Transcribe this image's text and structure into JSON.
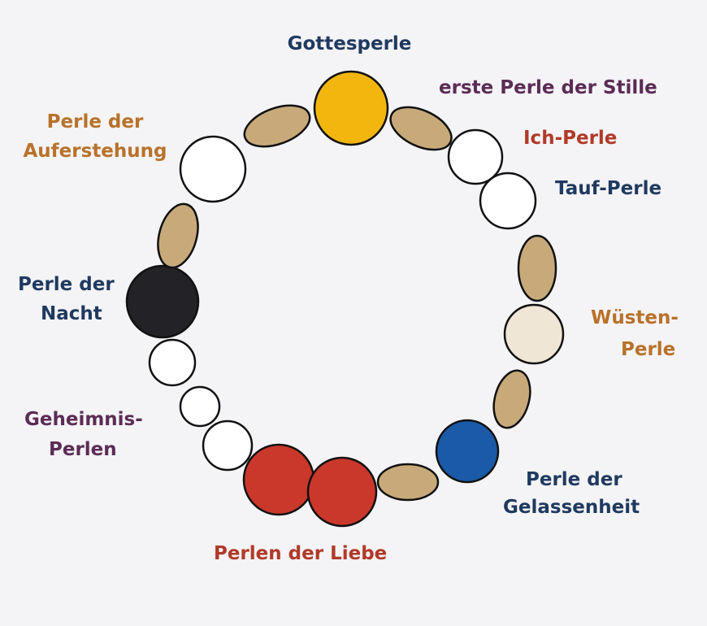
{
  "colors": {
    "gold": "#f2b60f",
    "tan": "#c8aa7a",
    "white": "#ffffff",
    "black": "#232226",
    "cream": "#efe6d6",
    "blue": "#1b5aa6",
    "red": "#c9382a",
    "outline": "#111111"
  },
  "labels": {
    "gottesperle": "Gottesperle",
    "stille": "erste Perle der Stille",
    "ich": "Ich-Perle",
    "tauf": "Tauf-Perle",
    "wuesten_1": "Wüsten-",
    "wuesten_2": "Perle",
    "gelassenheit_1": "Perle der",
    "gelassenheit_2": "Gelassenheit",
    "liebe": "Perlen der Liebe",
    "geheimnis_1": "Geheimnis-",
    "geheimnis_2": "Perlen",
    "nacht_1": "Perle der",
    "nacht_2": "Nacht",
    "auferstehung_1": "Perle der",
    "auferstehung_2": "Auferstehung"
  },
  "beads": [
    {
      "name": "gottesperle-bead",
      "color": "gold"
    },
    {
      "name": "stille-bead-1",
      "color": "tan"
    },
    {
      "name": "ich-perle-bead",
      "color": "white"
    },
    {
      "name": "tauf-perle-bead",
      "color": "white"
    },
    {
      "name": "stille-bead-2",
      "color": "tan"
    },
    {
      "name": "wuesten-perle-bead",
      "color": "cream"
    },
    {
      "name": "stille-bead-3",
      "color": "tan"
    },
    {
      "name": "gelassenheit-bead",
      "color": "blue"
    },
    {
      "name": "stille-bead-4",
      "color": "tan"
    },
    {
      "name": "liebe-bead-1",
      "color": "red"
    },
    {
      "name": "liebe-bead-2",
      "color": "red"
    },
    {
      "name": "geheimnis-bead-1",
      "color": "white"
    },
    {
      "name": "geheimnis-bead-2",
      "color": "white"
    },
    {
      "name": "geheimnis-bead-3",
      "color": "white"
    },
    {
      "name": "nacht-bead",
      "color": "black"
    },
    {
      "name": "stille-bead-5",
      "color": "tan"
    },
    {
      "name": "auferstehung-bead",
      "color": "white"
    },
    {
      "name": "stille-bead-6",
      "color": "tan"
    }
  ]
}
